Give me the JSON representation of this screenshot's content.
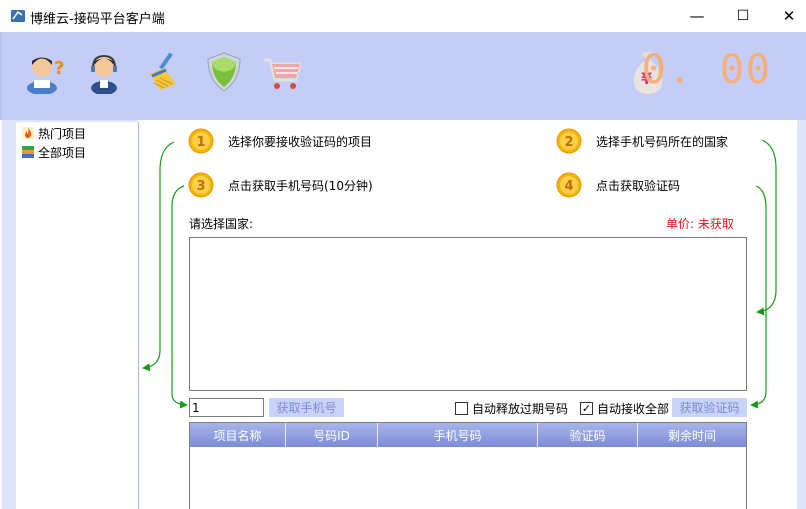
{
  "window": {
    "title": "博维云-接码平台客户端",
    "minimize": "—",
    "maximize": "☐",
    "close": "✕"
  },
  "toolbar": {
    "icons": [
      "help-user-icon",
      "support-agent-icon",
      "broom-icon",
      "shield-icon",
      "cart-icon"
    ],
    "balance_icon": "money-bag-icon",
    "balance": "0. 00"
  },
  "sidebar": {
    "items": [
      {
        "label": "热门项目",
        "icon": "hot-flame-icon"
      },
      {
        "label": "全部项目",
        "icon": "stack-icon"
      }
    ]
  },
  "steps": [
    {
      "num": "1",
      "text": "选择你要接收验证码的项目"
    },
    {
      "num": "2",
      "text": "选择手机号码所在的国家"
    },
    {
      "num": "3",
      "text": "点击获取手机号码(10分钟)"
    },
    {
      "num": "4",
      "text": "点击获取验证码"
    }
  ],
  "country": {
    "label": "请选择国家:",
    "price": "单价: 未获取"
  },
  "controls": {
    "quantity": "1",
    "get_phone_button": "获取手机号",
    "auto_release_label": "自动释放过期号码",
    "auto_release_checked": false,
    "auto_receive_label": "自动接收全部",
    "auto_receive_checked": true,
    "get_code_button": "获取验证码"
  },
  "table": {
    "columns": [
      "项目名称",
      "号码ID",
      "手机号码",
      "验证码",
      "剩余时间"
    ],
    "rows": []
  },
  "colors": {
    "toolbar_bg": "#c3cdf6",
    "balance": "#f8ae79",
    "price": "#e0161a",
    "arrow": "#1a9a1a",
    "header_grad_top": "#a9b6eb",
    "header_grad_bottom": "#7b8bd6"
  }
}
